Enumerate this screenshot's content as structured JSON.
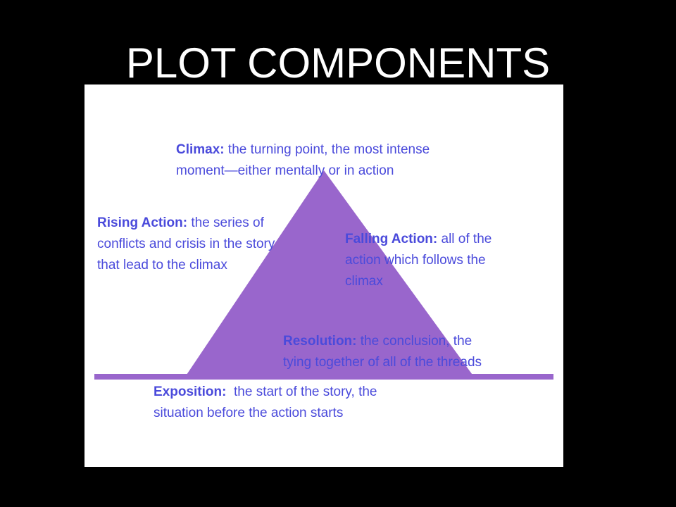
{
  "slide": {
    "title": "PLOT COMPONENTS"
  },
  "colors": {
    "background": "#000000",
    "panel": "#ffffff",
    "shape": "#9966cc",
    "label_text": "#4a4adb"
  },
  "labels": {
    "climax": {
      "term": "Climax:",
      "line1": " the turning point, the most intense",
      "line2": "moment—either mentally or in action"
    },
    "rising": {
      "term": "Rising Action:",
      "line1": " the series of",
      "line2": "conflicts and crisis in the story",
      "line3": "that lead to the climax"
    },
    "falling": {
      "term": "Falling Action:",
      "line1": " all of the",
      "line2": "action which follows the",
      "line3": "climax"
    },
    "resolution": {
      "term": "Resolution:",
      "line1": " the conclusion, the",
      "line2": "tying together of all of the threads"
    },
    "exposition": {
      "term": "Exposition:",
      "line1": "  the start of the story, the",
      "line2": "situation before the action starts"
    }
  }
}
